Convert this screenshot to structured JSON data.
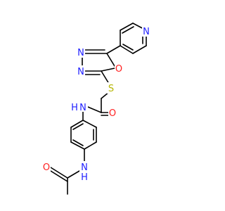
{
  "molecule": {
    "atoms": [
      {
        "id": "N_pyr",
        "element": "N",
        "label": "N",
        "color": "#1f1fff"
      },
      {
        "id": "N3_ox",
        "element": "N",
        "label": "N",
        "color": "#1f1fff"
      },
      {
        "id": "N4_ox",
        "element": "N",
        "label": "N",
        "color": "#1f1fff"
      },
      {
        "id": "O_ox",
        "element": "O",
        "label": "O",
        "color": "#ff2020"
      },
      {
        "id": "S",
        "element": "S",
        "label": "S",
        "color": "#b5b500"
      },
      {
        "id": "O_amide",
        "element": "O",
        "label": "O",
        "color": "#ff2020"
      },
      {
        "id": "NH_amide",
        "element": "N",
        "label": "N",
        "label_h": "H",
        "color": "#1f1fff"
      },
      {
        "id": "NH_acet",
        "element": "N",
        "label": "N",
        "label_h": "H",
        "color": "#1f1fff"
      },
      {
        "id": "O_acet",
        "element": "O",
        "label": "O",
        "color": "#ff2020"
      }
    ],
    "colors": {
      "bond": "#000000",
      "background": "#ffffff"
    }
  }
}
